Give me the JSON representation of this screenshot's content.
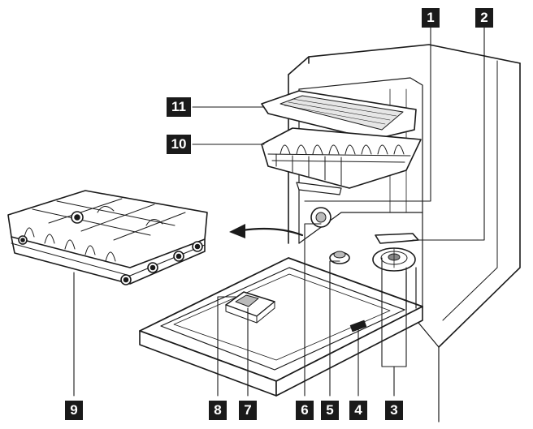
{
  "callouts": {
    "c1": "1",
    "c2": "2",
    "c3": "3",
    "c4": "4",
    "c5": "5",
    "c6": "6",
    "c7": "7",
    "c8": "8",
    "c9": "9",
    "c10": "10",
    "c11": "11"
  },
  "colors": {
    "ink": "#1a1a1a",
    "callout_bg": "#1a1a1a",
    "callout_text": "#ffffff",
    "background": "#ffffff"
  }
}
